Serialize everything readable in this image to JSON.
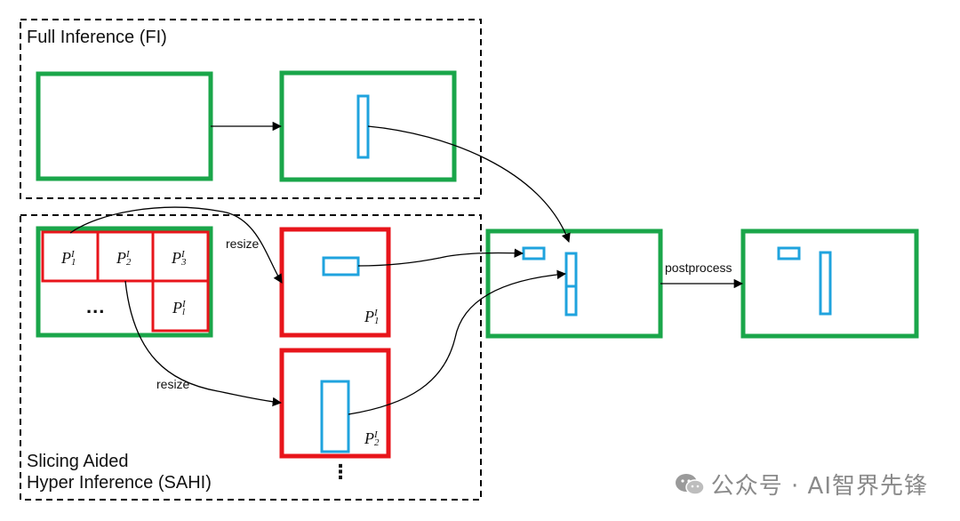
{
  "regions": {
    "full_inference": "Full Inference (FI)",
    "sahi_line1": "Slicing Aided",
    "sahi_line2": "Hyper Inference (SAHI)"
  },
  "labels": {
    "resize_top": "resize",
    "resize_bottom": "resize",
    "postprocess": "postprocess",
    "grid_ellipsis": "...",
    "stack_ellipsis": "⋮"
  },
  "patches": {
    "p1": {
      "base": "P",
      "sup": "I",
      "sub": "1"
    },
    "p2": {
      "base": "P",
      "sup": "I",
      "sub": "2"
    },
    "p3": {
      "base": "P",
      "sup": "I",
      "sub": "3"
    },
    "pl": {
      "base": "P",
      "sup": "I",
      "sub": "l"
    }
  },
  "watermark": {
    "icon": "wechat-icon",
    "text": "公众号 · AI智界先锋"
  },
  "colors": {
    "green": "#1aa64a",
    "red": "#e8151b",
    "blue": "#1fa3de",
    "arrow": "#000000",
    "dashed": "#000000"
  }
}
